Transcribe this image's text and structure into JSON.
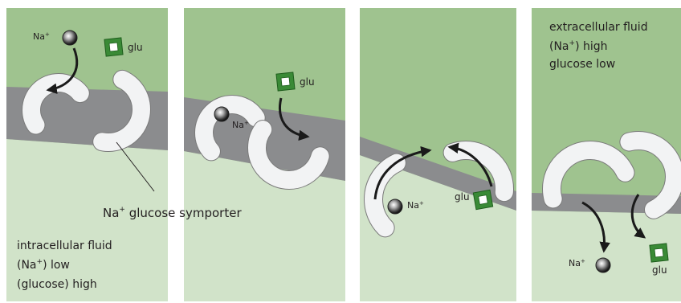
{
  "labels": {
    "na": "Na",
    "na_sup": "+",
    "glu": "glu",
    "symporter": {
      "pre": "Na",
      "sup": "+",
      "post": " glucose symporter"
    },
    "intracellular": {
      "line1": "intracellular fluid",
      "line2": {
        "pre": "(Na",
        "sup": "+",
        "post": ") low"
      },
      "line3": "(glucose) high"
    },
    "extracellular": {
      "line1": "extracellular fluid",
      "line2": {
        "pre": "(Na",
        "sup": "+",
        "post": ") high"
      },
      "line3": "glucose low"
    }
  },
  "colors": {
    "extracellular": "#9fc38f",
    "intracellular": "#d1e3c9",
    "membrane": "#8b8c8e",
    "protein": "#f2f3f4",
    "glucose": "#3a8a36",
    "sodium": "#2b2b2b",
    "arrow": "#1a1a1a",
    "text": "#231f20"
  }
}
